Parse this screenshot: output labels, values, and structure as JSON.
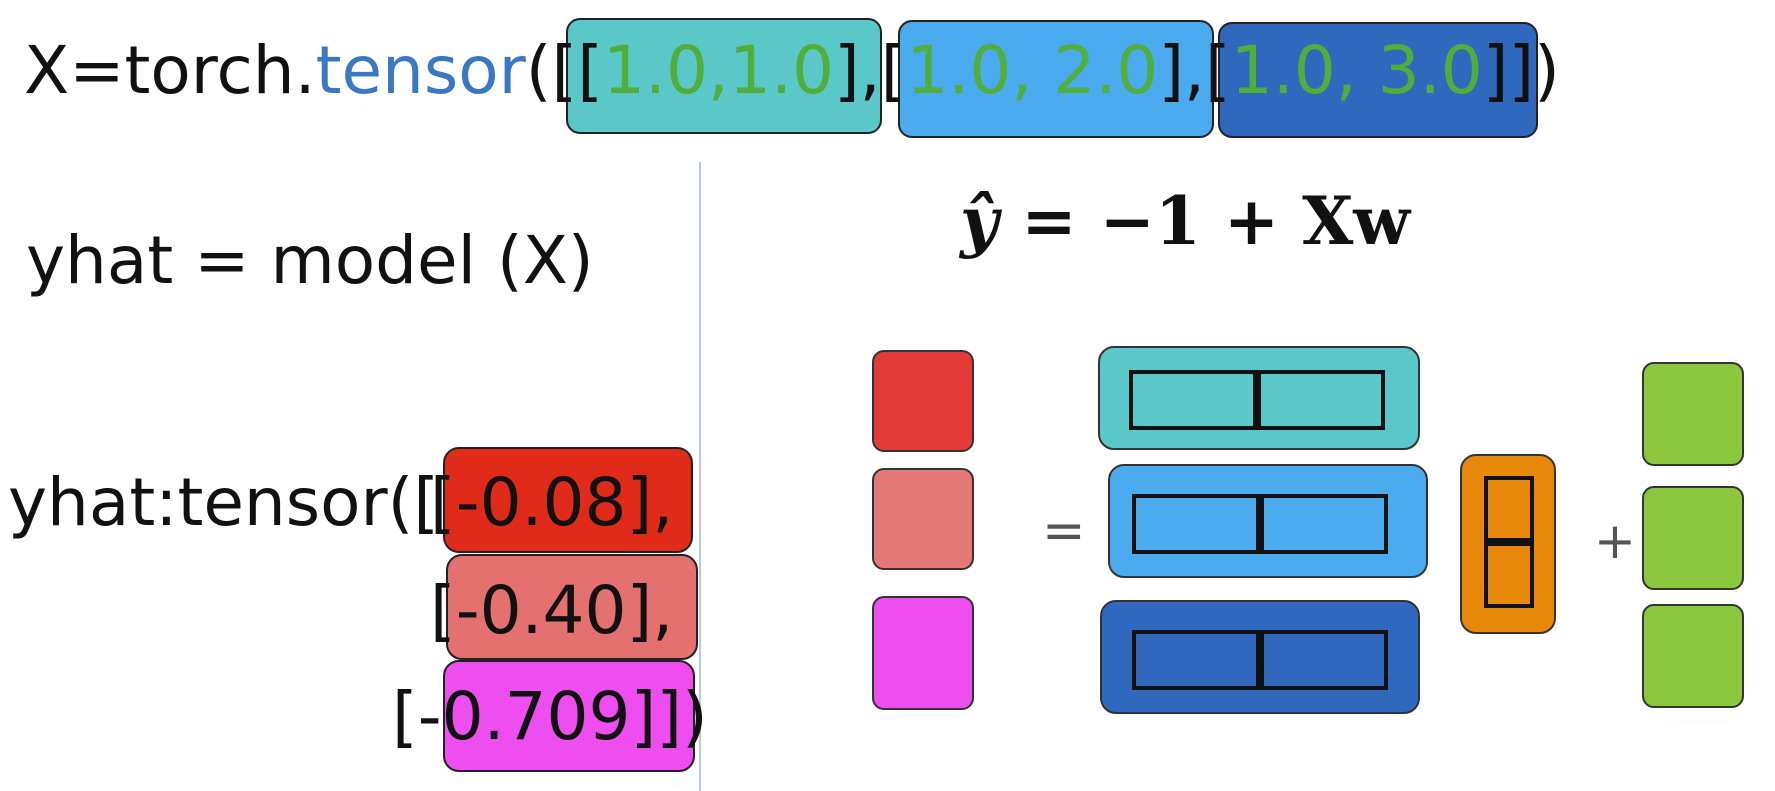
{
  "code_line": {
    "prefix": "X=torch.",
    "method": "tensor",
    "open": "([[",
    "row1": "1.0,1.0",
    "sep1": "],[",
    "row2": "1.0, 2.0",
    "sep2": "],[",
    "row3": "1.0, 3.0",
    "close": "]])"
  },
  "model_call": "yhat = model (X)",
  "equation": {
    "lhs": "ŷ",
    "rhs": "= −1 +  Xw"
  },
  "output": {
    "prefix": "yhat:tensor([",
    "rows": [
      {
        "open": "[",
        "value": "-0.08",
        "close": "],"
      },
      {
        "open": "[",
        "value": "-0.40",
        "close": "],"
      },
      {
        "open": "[-",
        "value": "0.709",
        "close": "]])"
      }
    ]
  },
  "operators": {
    "equals": "=",
    "plus": "+"
  },
  "colors": {
    "row1": "#5ac8c8",
    "row2": "#4aabee",
    "row3": "#2f68bd",
    "out1": "#e02a1a",
    "out2": "#e57070",
    "out3": "#ee4ef0",
    "weight": "#e8880a",
    "bias": "#8cc63c",
    "keyword": "#3b78c4",
    "number": "#4fae3c"
  }
}
